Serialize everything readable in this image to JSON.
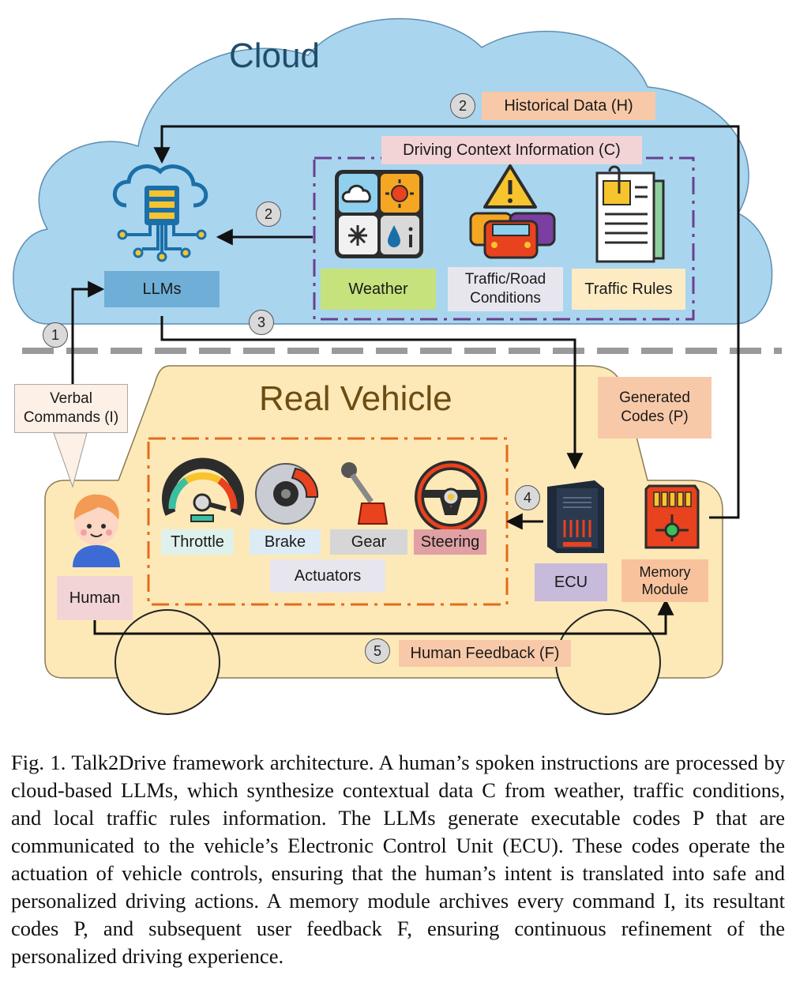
{
  "cloud": {
    "title": "Cloud",
    "llms_label": "LLMs",
    "historical_data": "Historical Data (H)",
    "context_title": "Driving Context Information (C)",
    "context_items": [
      "Weather",
      "Traffic/Road Conditions",
      "Traffic Rules"
    ]
  },
  "vehicle": {
    "title": "Real Vehicle",
    "verbal_commands": "Verbal Commands (I)",
    "generated_codes": "Generated Codes (P)",
    "actuators_title": "Actuators",
    "actuators": [
      "Throttle",
      "Brake",
      "Gear",
      "Steering"
    ],
    "human": "Human",
    "ecu": "ECU",
    "memory_module": "Memory Module",
    "human_feedback": "Human Feedback (F)"
  },
  "steps": [
    "1",
    "2",
    "2",
    "3",
    "4",
    "5"
  ],
  "colors": {
    "cloud": "#a9d5ef",
    "vehicle": "#fde9b7",
    "llms_box": "#6faed6",
    "weather_box": "#c6e27c",
    "traffic_box": "#e7e6ee",
    "rules_box": "#fdebc4",
    "peach_label": "#f8c9a8",
    "pink_label": "#f2d4d6",
    "ecu_box": "#c8badb",
    "memory_box": "#f8c39c",
    "human_box": "#f2d4d6",
    "context_border": "#6b3f8e",
    "actuator_border": "#e36a1c"
  },
  "icons": [
    "cloud-server-icon",
    "weather-icon",
    "traffic-warning-icon",
    "document-icon",
    "speedometer-icon",
    "brake-disc-icon",
    "gear-shift-icon",
    "steering-wheel-icon",
    "computer-tower-icon",
    "memory-chip-icon",
    "person-icon"
  ],
  "caption": "Fig. 1.  Talk2Drive framework architecture. A human’s spoken instructions are processed by cloud-based LLMs, which synthesize contextual data C from weather, traffic conditions, and local traffic rules information. The LLMs generate executable codes P that are communicated to the vehicle’s Electronic Control Unit (ECU). These codes operate the actuation of vehicle controls, ensuring that the human’s intent is translated into safe and personalized driving actions. A memory module archives every command I, its resultant codes P, and subsequent user feedback F, ensuring continuous refinement of the personalized driving experience."
}
